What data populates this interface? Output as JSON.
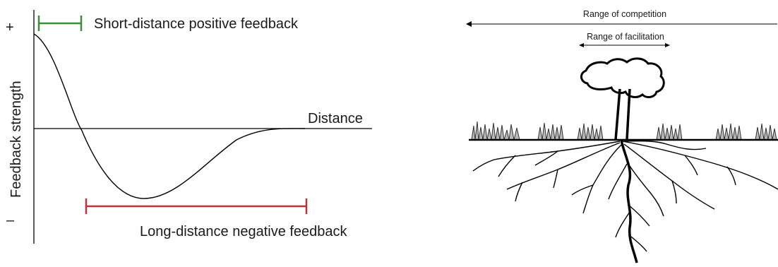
{
  "left_diagram": {
    "y_axis_label": "Feedback strength",
    "plus_sign": "+",
    "minus_sign": "–",
    "x_axis_label": "Distance",
    "positive_label": "Short-distance positive feedback",
    "negative_label": "Long-distance negative feedback",
    "colors": {
      "positive": "#3d8a3d",
      "negative": "#c0313a",
      "curve": "#000000"
    }
  },
  "right_diagram": {
    "competition_label": "Range of competition",
    "facilitation_label": "Range of facilitation"
  }
}
